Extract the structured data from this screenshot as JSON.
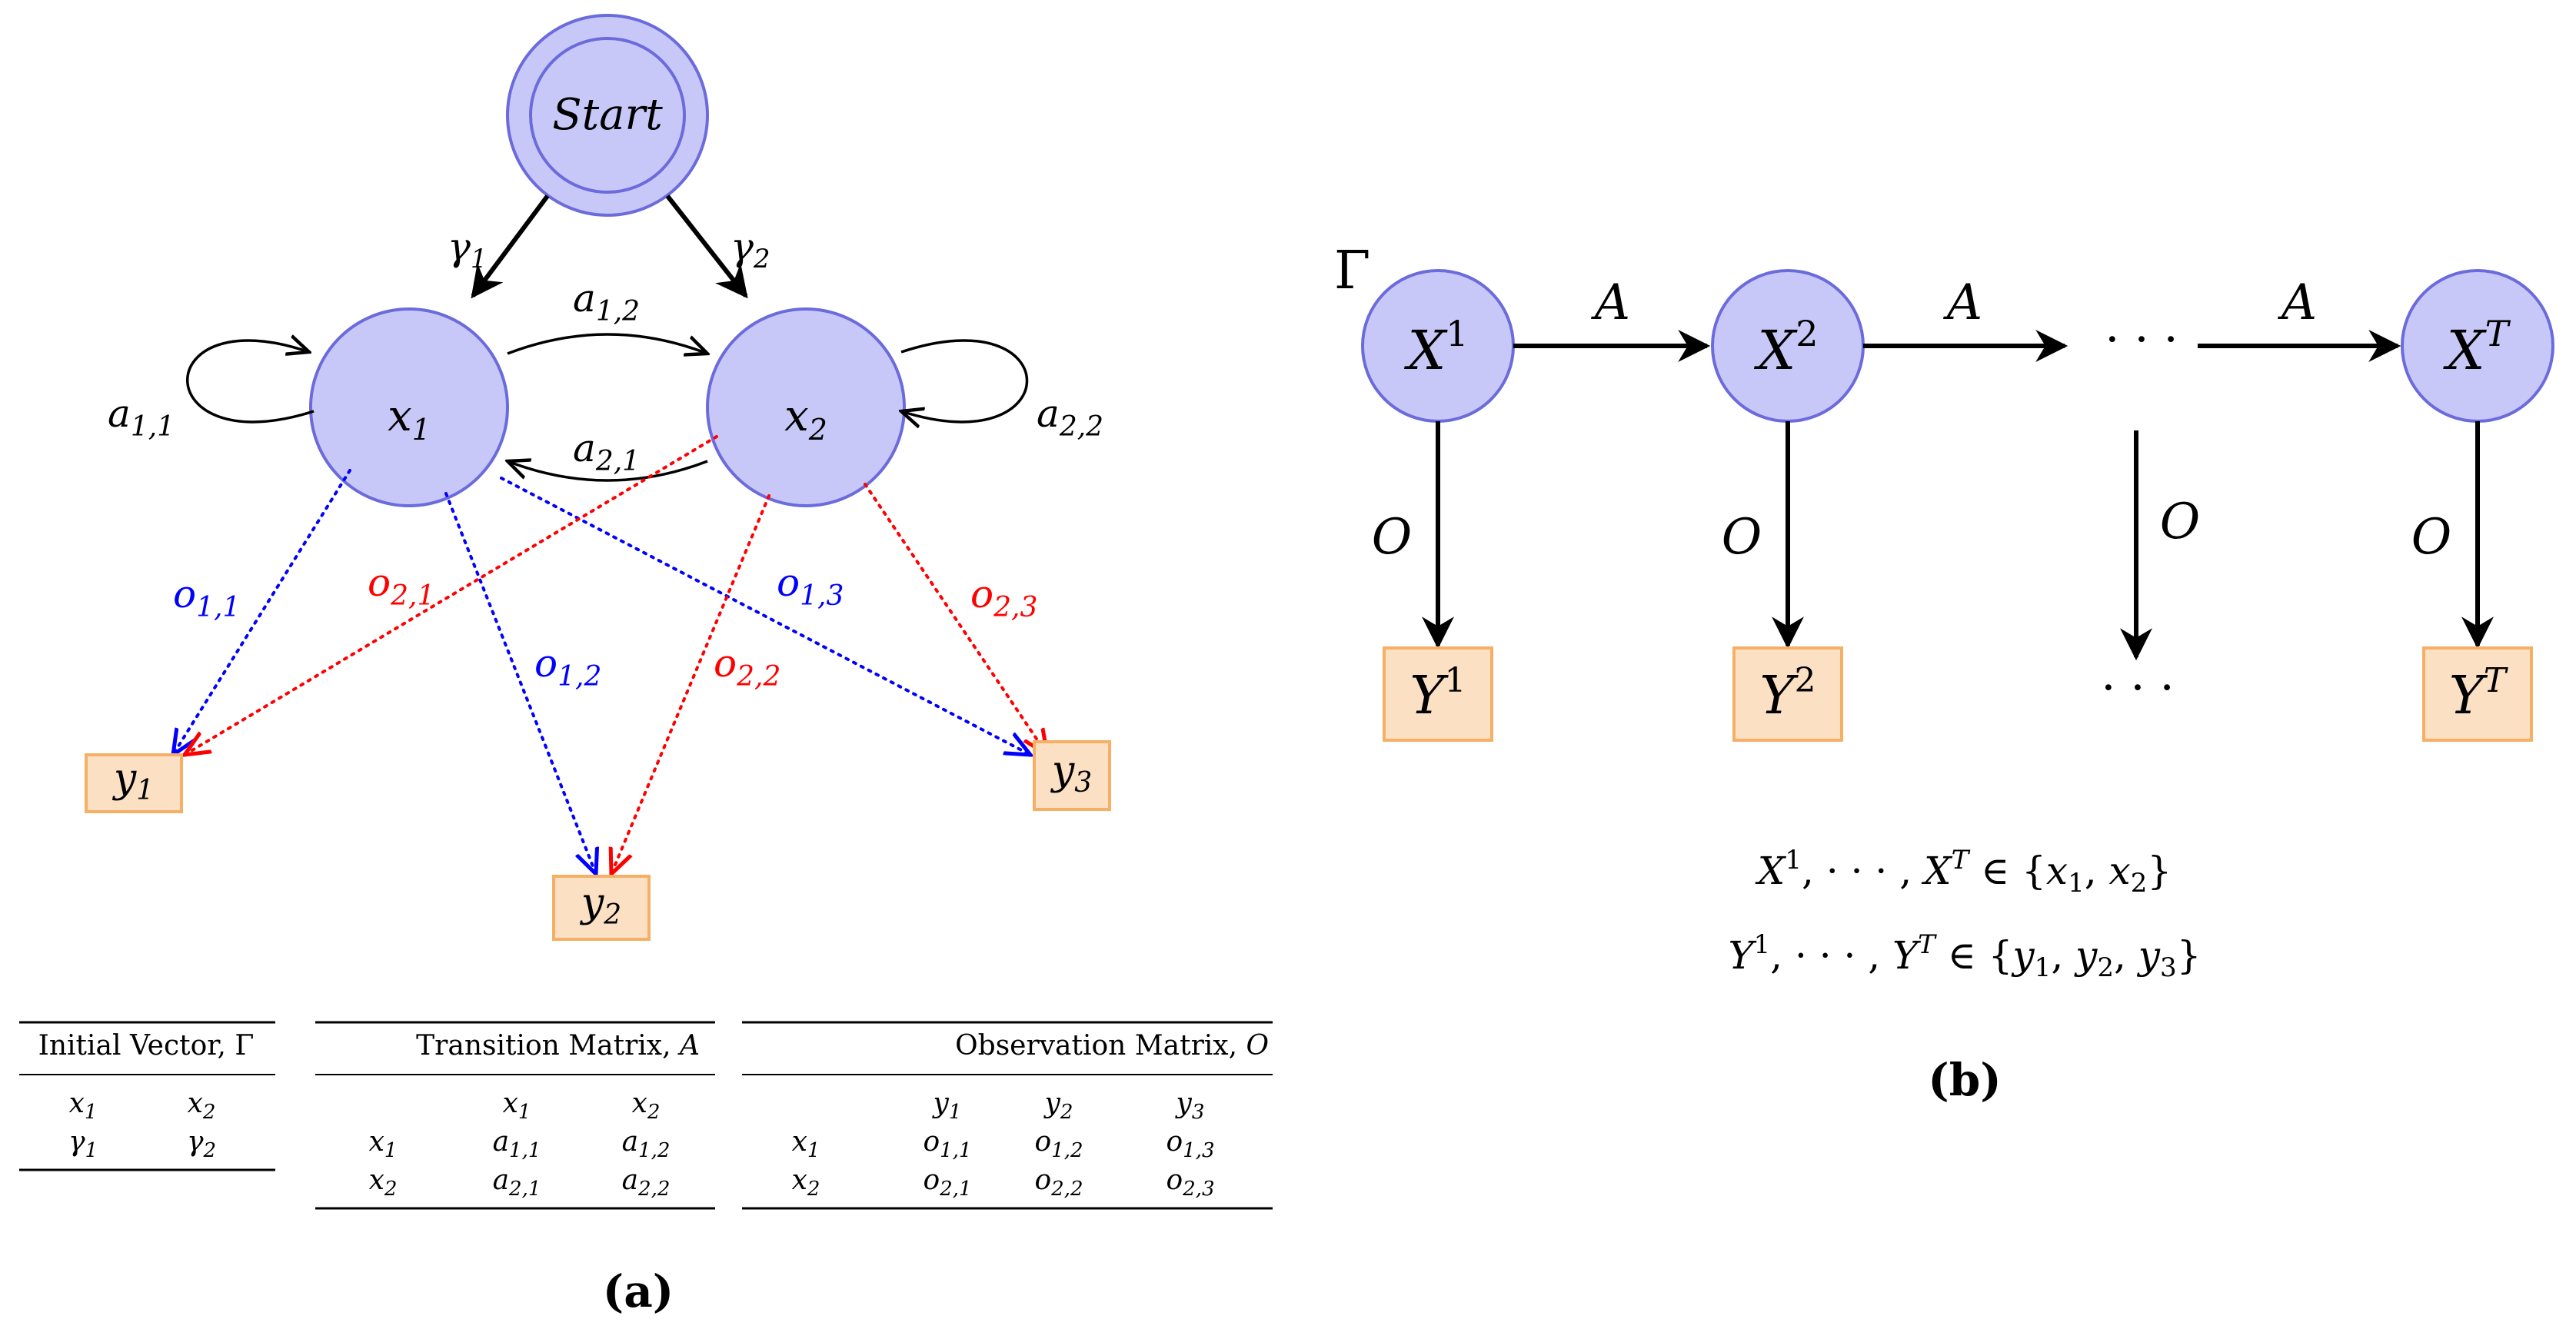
{
  "panel_a": {
    "caption": "(a)",
    "nodes": {
      "start": "Start",
      "x1": "x",
      "x1_sub": "1",
      "x2": "x",
      "x2_sub": "2",
      "y1": "y",
      "y1_sub": "1",
      "y2": "y",
      "y2_sub": "2",
      "y3": "y",
      "y3_sub": "3"
    },
    "edge_labels": {
      "gamma1": "γ",
      "gamma1_sub": "1",
      "gamma2": "γ",
      "gamma2_sub": "2",
      "a11": "a",
      "a11_sub": "1,1",
      "a12": "a",
      "a12_sub": "1,2",
      "a21": "a",
      "a21_sub": "2,1",
      "a22": "a",
      "a22_sub": "2,2",
      "o11": "o",
      "o11_sub": "1,1",
      "o12": "o",
      "o12_sub": "1,2",
      "o13": "o",
      "o13_sub": "1,3",
      "o21": "o",
      "o21_sub": "2,1",
      "o22": "o",
      "o22_sub": "2,2",
      "o23": "o",
      "o23_sub": "2,3"
    },
    "table_initial": {
      "title": "Initial Vector, Γ",
      "cols": [
        "x",
        "x"
      ],
      "cols_sub": [
        "1",
        "2"
      ],
      "vals": [
        "γ",
        "γ"
      ],
      "vals_sub": [
        "1",
        "2"
      ]
    },
    "table_transition": {
      "title_text": "Transition Matrix, ",
      "title_sym": "A",
      "cols": [
        "x",
        "x"
      ],
      "cols_sub": [
        "1",
        "2"
      ],
      "rows": [
        {
          "label": "x",
          "label_sub": "1",
          "cells": [
            "a",
            "a"
          ],
          "cells_sub": [
            "1,1",
            "1,2"
          ]
        },
        {
          "label": "x",
          "label_sub": "2",
          "cells": [
            "a",
            "a"
          ],
          "cells_sub": [
            "2,1",
            "2,2"
          ]
        }
      ]
    },
    "table_observation": {
      "title_text": "Observation Matrix, ",
      "title_sym": "O",
      "cols": [
        "y",
        "y",
        "y"
      ],
      "cols_sub": [
        "1",
        "2",
        "3"
      ],
      "rows": [
        {
          "label": "x",
          "label_sub": "1",
          "cells": [
            "o",
            "o",
            "o"
          ],
          "cells_sub": [
            "1,1",
            "1,2",
            "1,3"
          ]
        },
        {
          "label": "x",
          "label_sub": "2",
          "cells": [
            "o",
            "o",
            "o"
          ],
          "cells_sub": [
            "2,1",
            "2,2",
            "2,3"
          ]
        }
      ]
    }
  },
  "panel_b": {
    "caption": "(b)",
    "gamma": "Γ",
    "hidden": [
      {
        "base": "X",
        "sup": "1"
      },
      {
        "base": "X",
        "sup": "2"
      },
      {
        "base": "X",
        "sup": "T"
      }
    ],
    "observed": [
      {
        "base": "Y",
        "sup": "1"
      },
      {
        "base": "Y",
        "sup": "2"
      },
      {
        "base": "Y",
        "sup": "T"
      }
    ],
    "ellipsis": "· · ·",
    "transition_label": "A",
    "emission_label": "O",
    "eq1": {
      "a": "X",
      "a_sup": "1",
      "mid": ", · · · , ",
      "b": "X",
      "b_sup": "T",
      "in": " ∈ {",
      "s1": "x",
      "s1_sub": "1",
      "sep": ", ",
      "s2": "x",
      "s2_sub": "2",
      "end": "}"
    },
    "eq2": {
      "a": "Y",
      "a_sup": "1",
      "mid": ", · · · , ",
      "b": "Y",
      "b_sup": "T",
      "in": " ∈ {",
      "s1": "y",
      "s1_sub": "1",
      "sep": ", ",
      "s2": "y",
      "s2_sub": "2",
      "sep2": ", ",
      "s3": "y",
      "s3_sub": "3",
      "end": "}"
    }
  },
  "colors": {
    "node_fill": "#c8c8f8",
    "node_stroke": "#6b6bdc",
    "obs_fill": "#fbe0c4",
    "obs_stroke": "#f5b066",
    "blue": "#0000ff",
    "red": "#ff0000",
    "black": "#000000"
  }
}
